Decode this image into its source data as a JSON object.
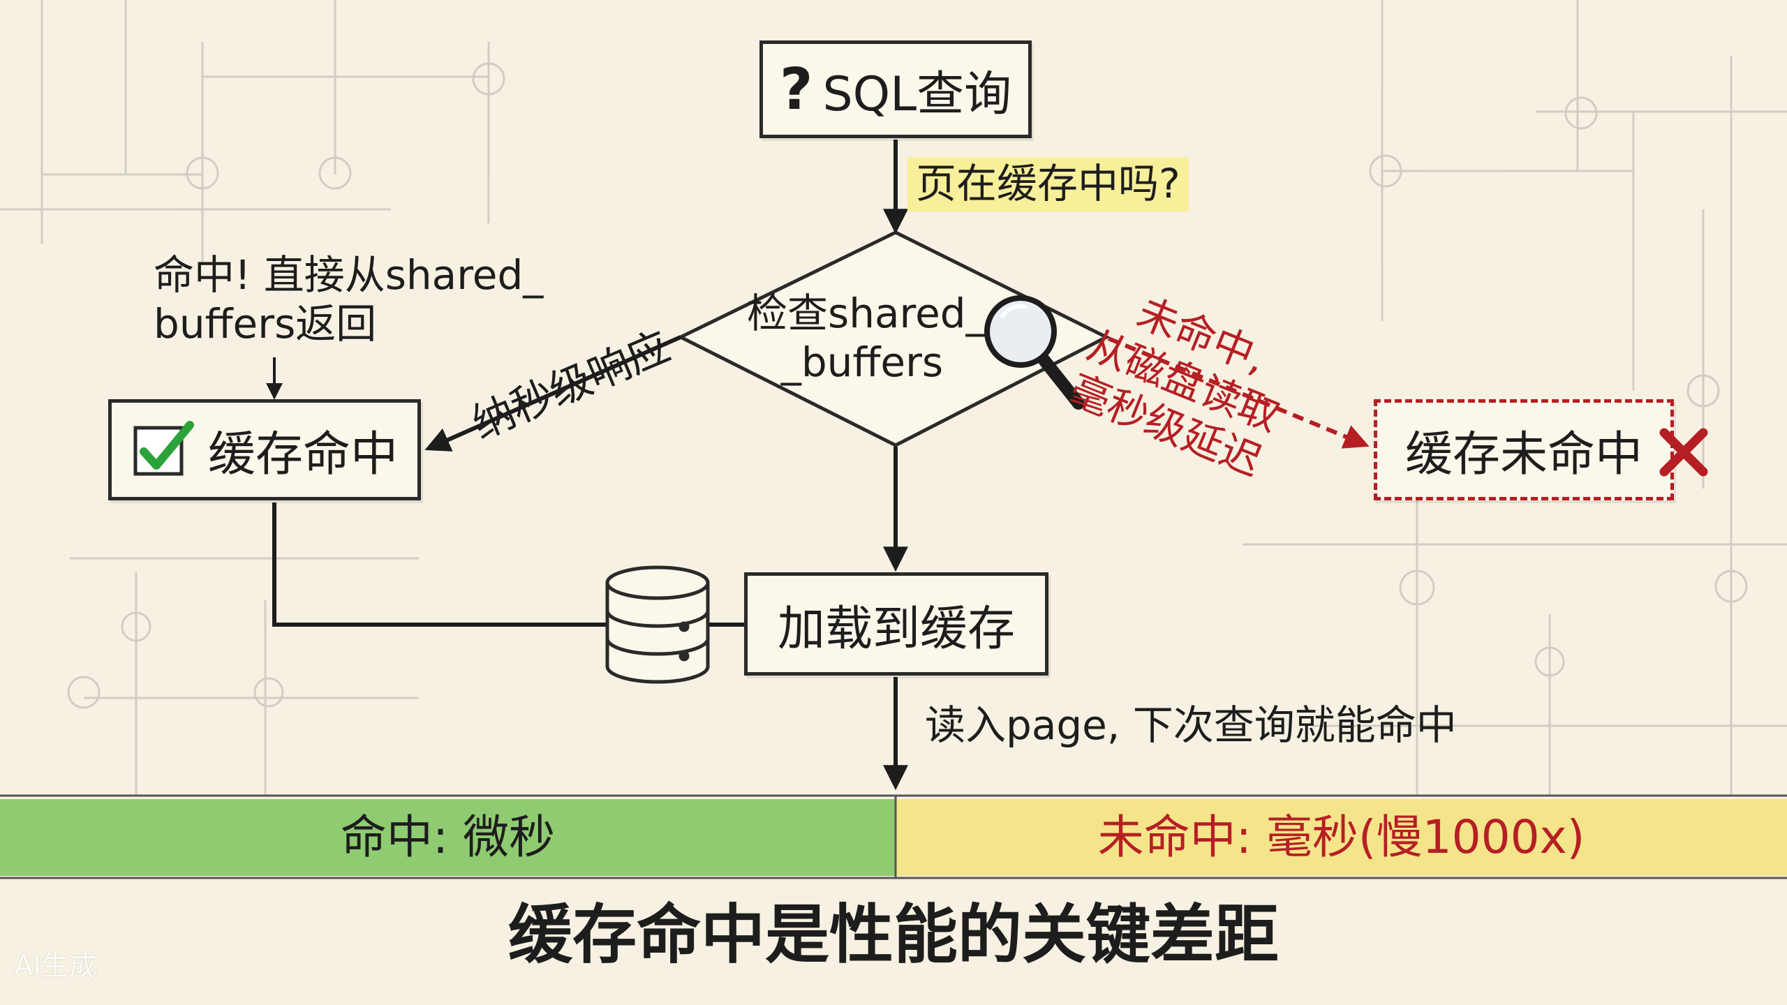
{
  "flow": {
    "query_box": "SQL查询",
    "check_label": "页在缓存中吗?",
    "decision_line1": "检查shared_",
    "decision_line2": "_buffers",
    "hit_note_line1": "命中! 直接从shared_",
    "hit_note_line2": "buffers返回",
    "hit_box": "缓存命中",
    "hit_arrow_label": "纳秒级响应",
    "miss_label_line1": "未命中,",
    "miss_label_line2": "从磁盘读取",
    "miss_label_line3": "毫秒级延迟",
    "miss_box": "缓存未命中",
    "load_box": "加载到缓存",
    "load_note": "读入page, 下次查询就能命中"
  },
  "comparison": {
    "hit": "命中: 微秒",
    "miss": "未命中: 毫秒(慢1000x)"
  },
  "footer": {
    "title": "缓存命中是性能的关键差距",
    "watermark": "AI生成"
  },
  "colors": {
    "background": "#f6f1e2",
    "ink": "#1d1d1d",
    "miss_red": "#b51f24",
    "hit_green": "#7cc45d",
    "miss_yellow": "#f3e27a",
    "check_green": "#2ca33a"
  },
  "icons": [
    "question-icon",
    "magnifier-icon",
    "checkbox-check-icon",
    "cross-icon",
    "database-icon"
  ]
}
